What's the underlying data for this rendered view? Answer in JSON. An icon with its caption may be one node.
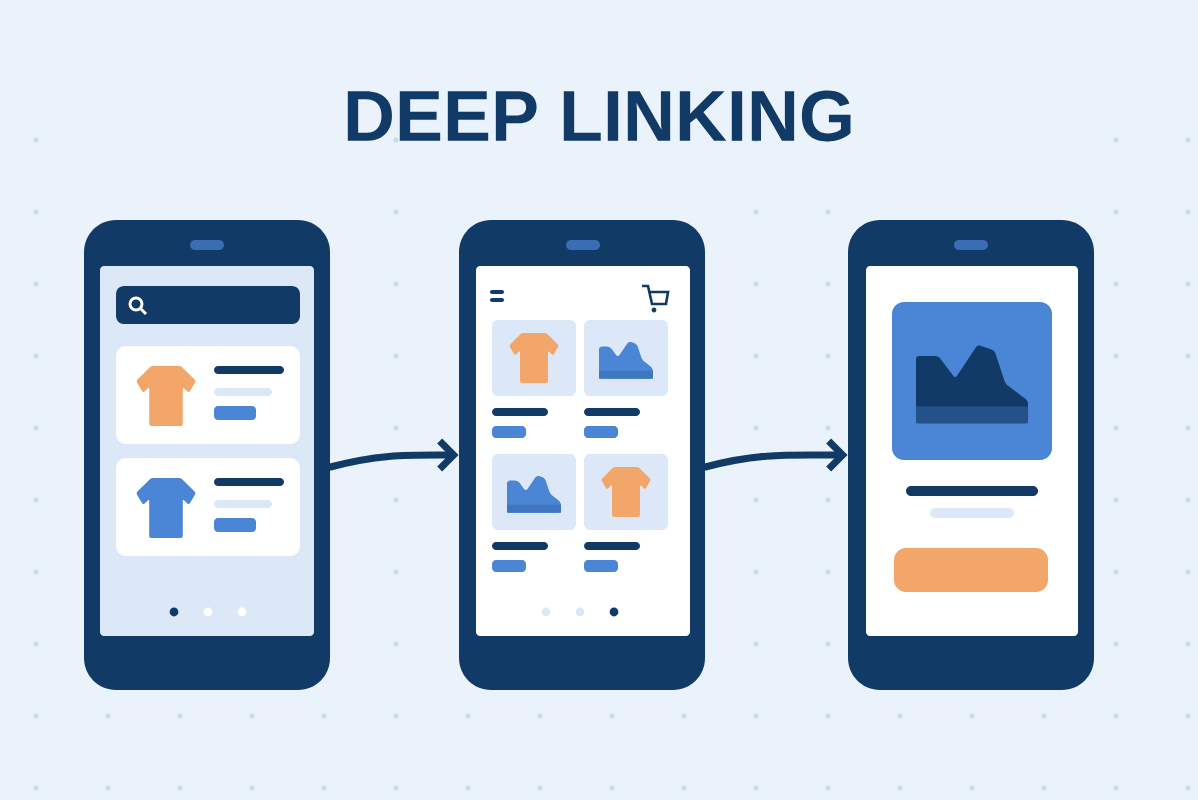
{
  "diagram": {
    "title": "DEEP LINKING",
    "nodes": [
      {
        "text": [],
        "shape": "phone"
      },
      {
        "text": [],
        "shape": "phone"
      },
      {
        "text": [],
        "shape": "phone"
      }
    ],
    "edges": [
      {
        "from": 0,
        "to": 1,
        "arrow": "to"
      },
      {
        "from": 1,
        "to": 2,
        "arrow": "to"
      }
    ]
  }
}
